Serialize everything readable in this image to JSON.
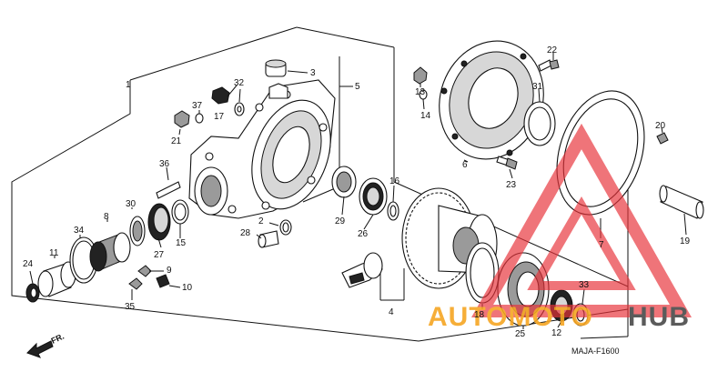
{
  "diagram": {
    "drawing_code": "MAJA-F1600",
    "direction_label": "FR.",
    "callouts": [
      "1",
      "2",
      "3",
      "4",
      "5",
      "6",
      "7",
      "8",
      "9",
      "10",
      "11",
      "12",
      "13",
      "14",
      "15",
      "16",
      "17",
      "18",
      "19",
      "20",
      "21",
      "22",
      "23",
      "24",
      "25",
      "26",
      "27",
      "28",
      "29",
      "30",
      "31",
      "32",
      "33",
      "34",
      "35",
      "36",
      "37"
    ]
  },
  "watermark": {
    "word_a": "AUTOMOTO",
    "word_b": "HUB",
    "color_a": "#f6a623",
    "color_b": "#4a4a4a",
    "triangle_color": "#e8333a"
  }
}
